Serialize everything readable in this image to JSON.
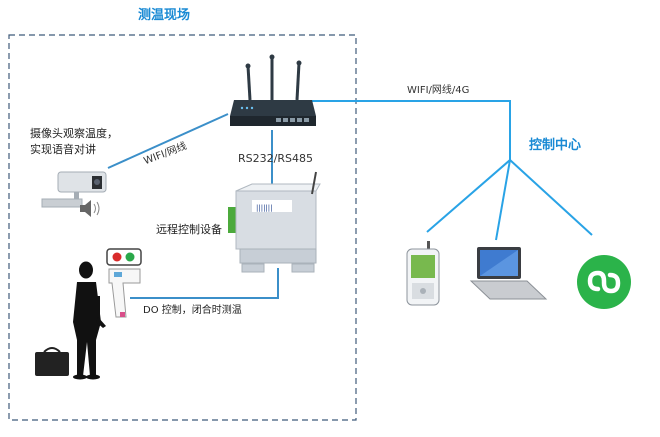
{
  "title": "测温现场",
  "control_center": "控制中心",
  "camera_desc_line1": "摄像头观察温度，",
  "camera_desc_line2": "实现语音对讲",
  "network_label": "WIFI/网线/4G",
  "wifi_label": "WIFI/网线",
  "serial_label": "RS232/RS485",
  "device_label": "远程控制设备",
  "do_label": "DO 控制，闭合时测温",
  "colors": {
    "accent_blue": "#1a8ad4",
    "link_line": "#29a3e6",
    "dashed_border": "#3f5b7a",
    "router": "#2e3a44",
    "miniprogram_green": "#2bb34a"
  },
  "icons": [
    "camera-icon",
    "speaker-icon",
    "router-icon",
    "controller-icon",
    "thermometer-icon",
    "traffic-light-icon",
    "person-icon",
    "briefcase-icon",
    "phone-icon",
    "laptop-icon",
    "miniprogram-icon"
  ]
}
